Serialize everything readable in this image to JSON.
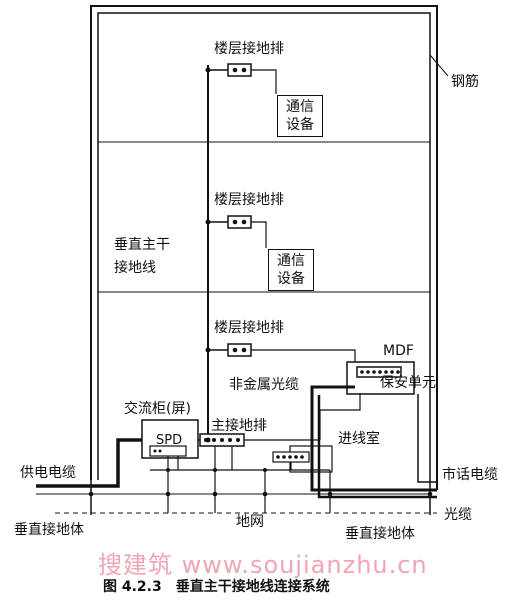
{
  "labels": {
    "floor_bar_1": "楼层接地排",
    "floor_bar_2": "楼层接地排",
    "floor_bar_3": "楼层接地排",
    "comm_equipment_1_line1": "通信",
    "comm_equipment_1_line2": "设备",
    "comm_equipment_2_line1": "通信",
    "comm_equipment_2_line2": "设备",
    "rebar": "钢筋",
    "vertical_trunk_line1": "垂直主干",
    "vertical_trunk_line2": "接地线",
    "mdf": "MDF",
    "protection_unit": "保安单元",
    "non_metal_cable": "非金属光缆",
    "ac_cabinet": "交流柜(屏)",
    "main_bar": "主接地排",
    "spd": "SPD",
    "entry_room": "进线室",
    "power_cable": "供电电缆",
    "telephone_cable": "市话电缆",
    "optical_cable": "光缆",
    "ground_grid": "地网",
    "vertical_ground_left": "垂直接地体",
    "vertical_ground_right": "垂直接地体"
  },
  "watermark": "搜建筑  www.soujianzhu.cn",
  "caption": {
    "number": "图 4.2.3",
    "title": "垂直主干接地线连接系统"
  }
}
